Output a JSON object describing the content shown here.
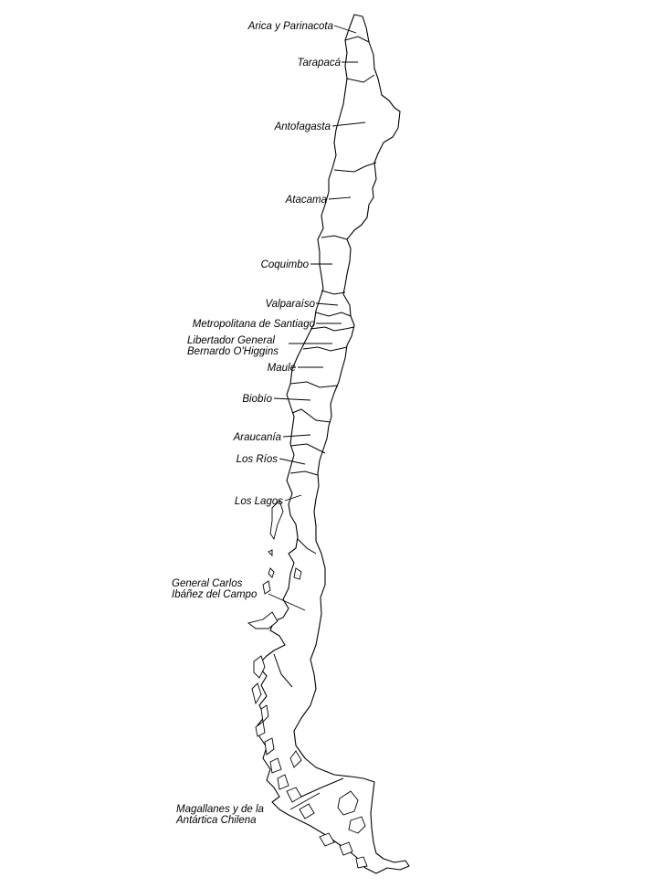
{
  "map": {
    "colors": {
      "background": "#ffffff",
      "line": "#000000",
      "land": "#ffffff"
    },
    "regions": [
      {
        "id": "arica",
        "lines": [
          "Arica y Parinacota"
        ]
      },
      {
        "id": "tarapaca",
        "lines": [
          "Tarapacá"
        ]
      },
      {
        "id": "antofagasta",
        "lines": [
          "Antofagasta"
        ]
      },
      {
        "id": "atacama",
        "lines": [
          "Atacama"
        ]
      },
      {
        "id": "coquimbo",
        "lines": [
          "Coquimbo"
        ]
      },
      {
        "id": "valparaiso",
        "lines": [
          "Valparaíso"
        ]
      },
      {
        "id": "metropolitana",
        "lines": [
          "Metropolitana de Santiago"
        ]
      },
      {
        "id": "ohiggins",
        "lines": [
          "Libertador General",
          "Bernardo O'Higgins"
        ]
      },
      {
        "id": "maule",
        "lines": [
          "Maule"
        ]
      },
      {
        "id": "biobio",
        "lines": [
          "Biobío"
        ]
      },
      {
        "id": "araucania",
        "lines": [
          "Araucanía"
        ]
      },
      {
        "id": "losrios",
        "lines": [
          "Los Ríos"
        ]
      },
      {
        "id": "loslagos",
        "lines": [
          "Los Lagos"
        ]
      },
      {
        "id": "aysen",
        "lines": [
          "General Carlos",
          "Ibáñez del Campo"
        ]
      },
      {
        "id": "magallanes",
        "lines": [
          "Magallanes y de la",
          "Antártica Chilena"
        ]
      }
    ]
  }
}
